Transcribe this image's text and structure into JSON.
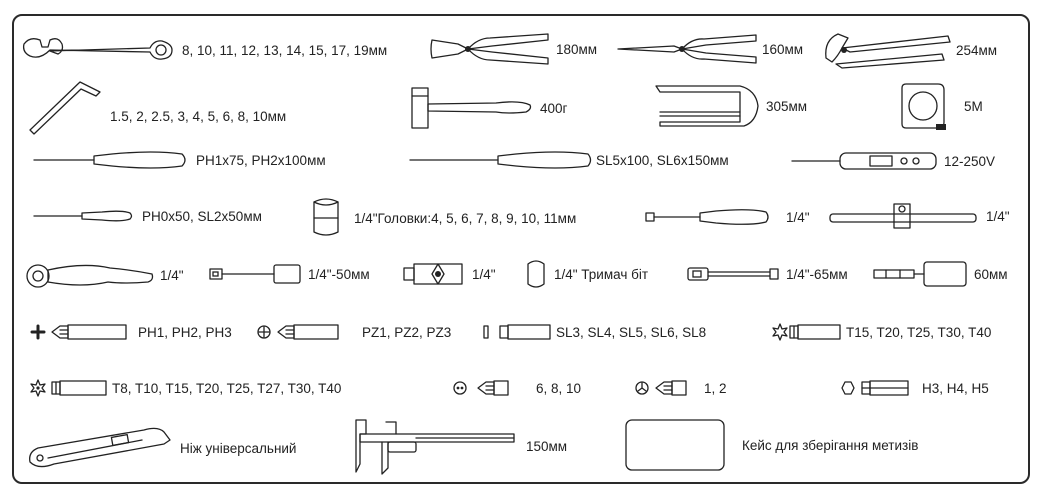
{
  "items": {
    "wrench": "8, 10, 11, 12, 13, 14, 15, 17, 19мм",
    "combo_pliers": "180мм",
    "long_nose_pliers": "160мм",
    "water_pump_pliers": "254мм",
    "hex_keys": "1.5, 2, 2.5, 3, 4, 5, 6, 8, 10мм",
    "hammer": "400г",
    "hacksaw": "305мм",
    "tape_measure": "5М",
    "ph_screwdrivers": "PH1x75, PH2x100мм",
    "sl_screwdrivers": "SL5x100, SL6x150мм",
    "voltage_tester": "12-250V",
    "precision_screwdrivers": "PH0x50, SL2x50мм",
    "sockets": "1/4\"Головки:4, 5, 6, 7, 8, 9, 10, 11мм",
    "spinner_handle": "1/4\"",
    "t_bar": "1/4\"",
    "ratchet": "1/4\"",
    "extension_bar": "1/4\"-50мм",
    "universal_joint": "1/4\"",
    "bit_holder": "1/4\" Тримач біт",
    "bit_extension": "1/4\"-65мм",
    "socket_adapter": "60мм",
    "ph_bits": "PH1, PH2, PH3",
    "pz_bits": "PZ1, PZ2, PZ3",
    "sl_bits": "SL3, SL4, SL5, SL6, SL8",
    "torx_bits": "T15, T20, T25, T30, T40",
    "tamper_torx_bits": "T8, T10, T15, T20, T25, T27, T30, T40",
    "spanner_bits": "6, 8, 10",
    "tri_wing_bits": "1, 2",
    "hex_bits": "H3, H4, H5",
    "utility_knife": "Ніж універсальний",
    "caliper": "150мм",
    "storage_case": "Кейс для зберігання метизів"
  }
}
